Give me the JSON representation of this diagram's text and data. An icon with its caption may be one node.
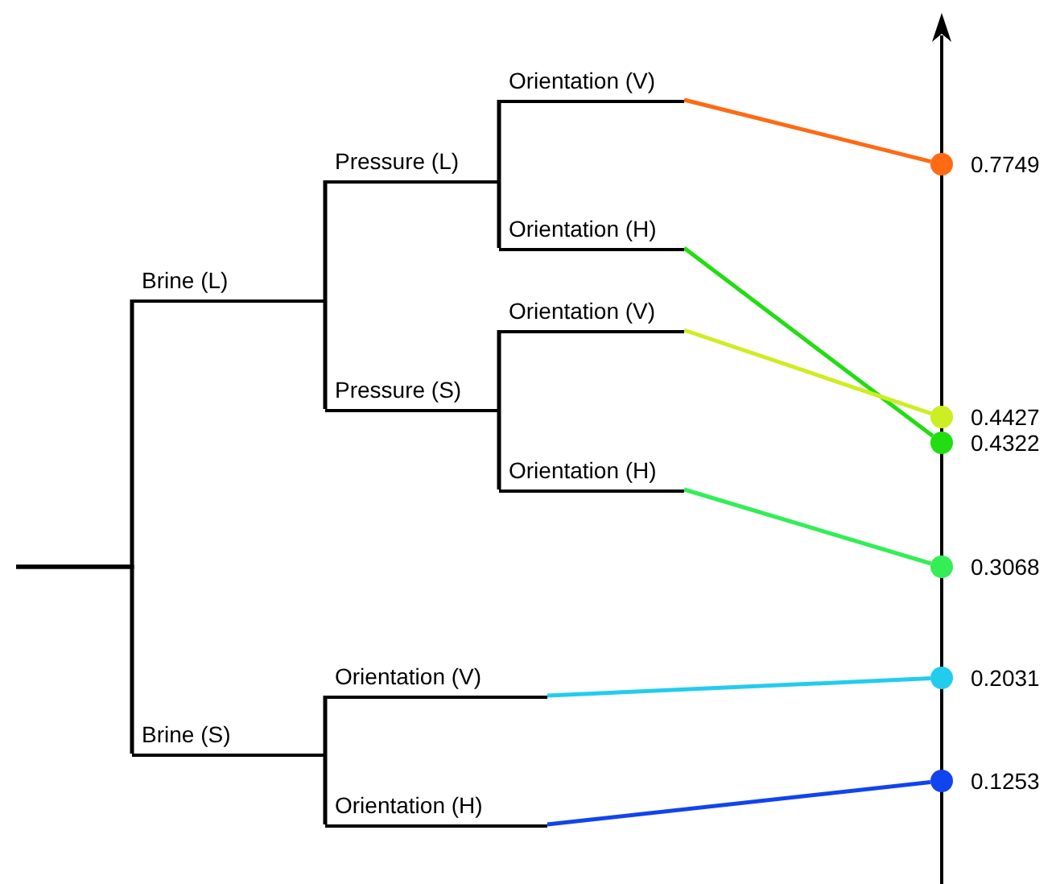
{
  "diagram": {
    "nodes": [
      {
        "text": [
          "Brine (L)"
        ]
      },
      {
        "text": [
          "Pressure (L)"
        ]
      },
      {
        "text": [
          "Orientation (V)"
        ]
      },
      {
        "text": [
          "Orientation (H)"
        ]
      },
      {
        "text": [
          "Pressure (S)"
        ]
      },
      {
        "text": [
          "Orientation (V)"
        ]
      },
      {
        "text": [
          "Orientation (H)"
        ]
      },
      {
        "text": [
          "Brine (S)"
        ]
      },
      {
        "text": [
          "Orientation (V)"
        ]
      },
      {
        "text": [
          "Orientation (H)"
        ]
      },
      {
        "text": [],
        "shape": "circle",
        "beside": [
          "0.7749"
        ]
      },
      {
        "text": [],
        "shape": "circle",
        "beside": [
          "0.4427"
        ]
      },
      {
        "text": [],
        "shape": "circle",
        "beside": [
          "0.4322"
        ]
      },
      {
        "text": [],
        "shape": "circle",
        "beside": [
          "0.3068"
        ]
      },
      {
        "text": [],
        "shape": "circle",
        "beside": [
          "0.2031"
        ]
      },
      {
        "text": [],
        "shape": "circle",
        "beside": [
          "0.1253"
        ]
      }
    ],
    "edges": [
      {
        "from": null,
        "to": 0,
        "arrow": "none"
      },
      {
        "from": null,
        "to": 7,
        "arrow": "none"
      },
      {
        "from": 0,
        "to": 1,
        "arrow": "none"
      },
      {
        "from": 0,
        "to": 4,
        "arrow": "none"
      },
      {
        "from": 1,
        "to": 2,
        "arrow": "none"
      },
      {
        "from": 1,
        "to": 3,
        "arrow": "none"
      },
      {
        "from": 4,
        "to": 5,
        "arrow": "none"
      },
      {
        "from": 4,
        "to": 6,
        "arrow": "none"
      },
      {
        "from": 7,
        "to": 8,
        "arrow": "none"
      },
      {
        "from": 7,
        "to": 9,
        "arrow": "none"
      },
      {
        "from": 2,
        "to": 10,
        "arrow": "none",
        "color": "#ff6a13"
      },
      {
        "from": 3,
        "to": 12,
        "arrow": "none",
        "color": "#22dd11"
      },
      {
        "from": 5,
        "to": 11,
        "arrow": "none",
        "color": "#ccee22"
      },
      {
        "from": 6,
        "to": 13,
        "arrow": "none",
        "color": "#33ee55"
      },
      {
        "from": 8,
        "to": 14,
        "arrow": "none",
        "color": "#22ccee"
      },
      {
        "from": 9,
        "to": 15,
        "arrow": "none",
        "color": "#1144ee"
      }
    ]
  }
}
